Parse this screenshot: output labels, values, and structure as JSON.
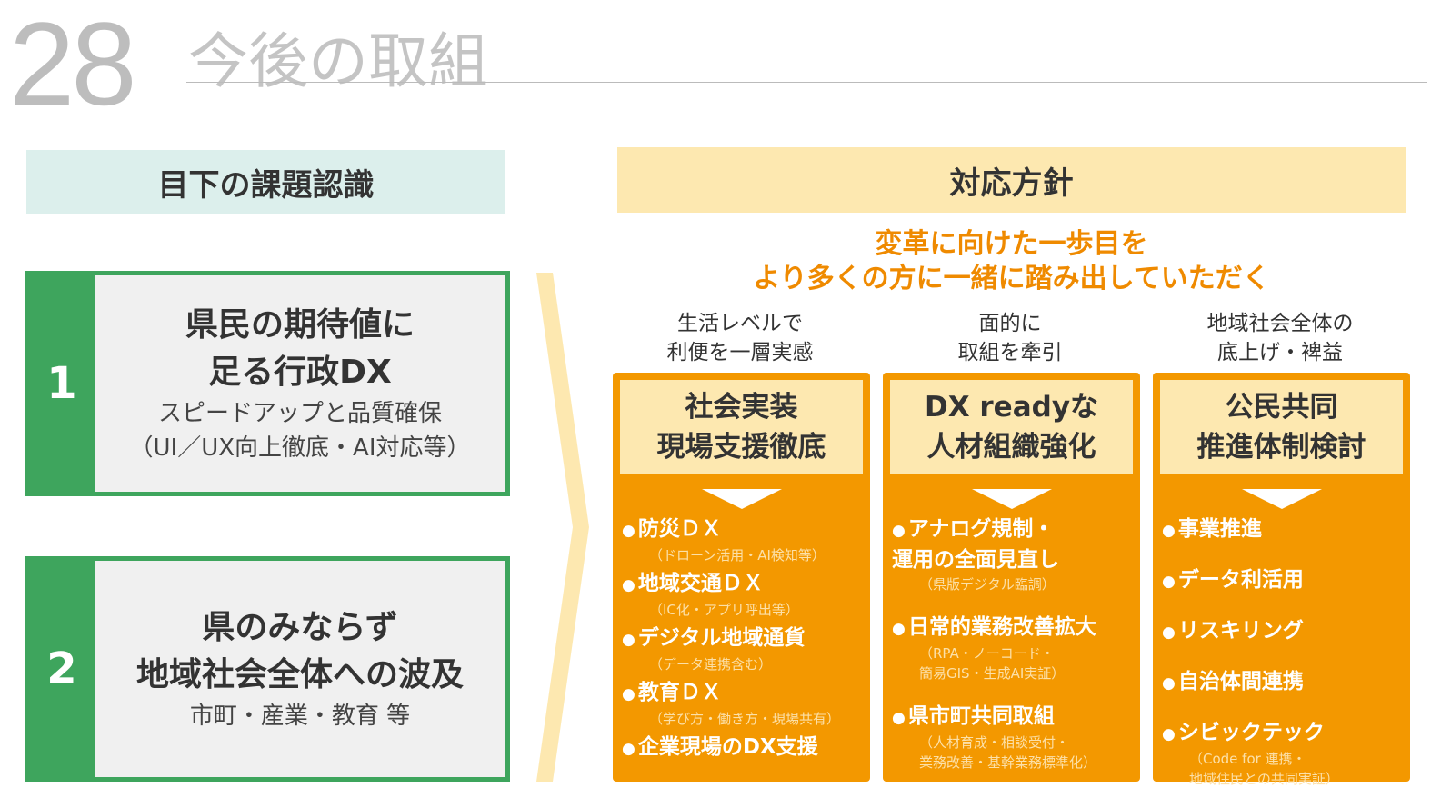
{
  "header": {
    "number": "28",
    "title": "今後の取組"
  },
  "left": {
    "heading": "目下の課題認識",
    "items": [
      {
        "num": "1",
        "lines": [
          "県民の期待値に",
          "足る行政DX"
        ],
        "sub": [
          "スピードアップと品質確保",
          "（UI／UX向上徹底・AI対応等）"
        ]
      },
      {
        "num": "2",
        "lines": [
          "県のみならず",
          "地域社会全体への波及"
        ],
        "sub": [
          "市町・産業・教育 等"
        ]
      }
    ]
  },
  "right": {
    "heading": "対応方針",
    "slogan": [
      "変革に向けた一歩目を",
      "より多くの方に一緒に踏み出していただく"
    ],
    "columns": [
      {
        "caption": [
          "生活レベルで",
          "利便を一層実感"
        ],
        "title": [
          "社会実装",
          "現場支援徹底"
        ],
        "items": [
          {
            "main": "防災ＤＸ",
            "sub": "（ドローン活用・AI検知等）"
          },
          {
            "main": "地域交通ＤＸ",
            "sub": "（IC化・アプリ呼出等）"
          },
          {
            "main": "デジタル地域通貨",
            "sub": "（データ連携含む）"
          },
          {
            "main": "教育ＤＸ",
            "sub": "（学び方・働き方・現場共有）"
          },
          {
            "main": "企業現場のDX支援",
            "sub": ""
          }
        ]
      },
      {
        "caption": [
          "面的に",
          "取組を牽引"
        ],
        "title": [
          "DX readyな",
          "人材組織強化"
        ],
        "items": [
          {
            "main": "アナログ規制・\n運用の全面見直し",
            "sub": "（県版デジタル臨調）"
          },
          {
            "main": "日常的業務改善拡大",
            "sub": "（RPA・ノーコード・\n簡易GIS・生成AI実証）"
          },
          {
            "main": "県市町共同取組",
            "sub": "（人材育成・相談受付・\n業務改善・基幹業務標準化）"
          }
        ]
      },
      {
        "caption": [
          "地域社会全体の",
          "底上げ・裨益"
        ],
        "title": [
          "公民共同",
          "推進体制検討"
        ],
        "items": [
          {
            "main": "事業推進",
            "sub": ""
          },
          {
            "main": "データ利活用",
            "sub": ""
          },
          {
            "main": "リスキリング",
            "sub": ""
          },
          {
            "main": "自治体間連携",
            "sub": ""
          },
          {
            "main": "シビックテック",
            "sub": "（Code for 連携・\n地域住民との共同実証）"
          }
        ]
      }
    ]
  }
}
